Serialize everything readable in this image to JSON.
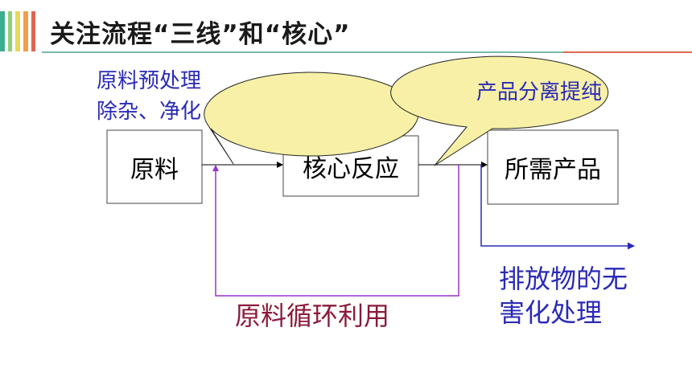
{
  "slide": {
    "title": "关注流程“三线”和“核心”"
  },
  "diagram": {
    "box_raw": "原料",
    "box_core": "核心反应",
    "box_product": "所需产品",
    "callout_left_line1": "原料预处理",
    "callout_left_line2": "除杂、净化",
    "callout_right": "产品分离提纯",
    "recycle_label": "原料循环利用",
    "waste_line1": "排放物的无",
    "waste_line2": "害化处理"
  },
  "colors": {
    "callout_fill": "#f7f0a6",
    "callout_text": "#2a2ab8",
    "recycle_line": "#9b30d0",
    "recycle_text": "#8b1a3a",
    "waste_line": "#2a2ab8",
    "waste_text": "#2a2ab8",
    "title_accent": "#e06650"
  }
}
